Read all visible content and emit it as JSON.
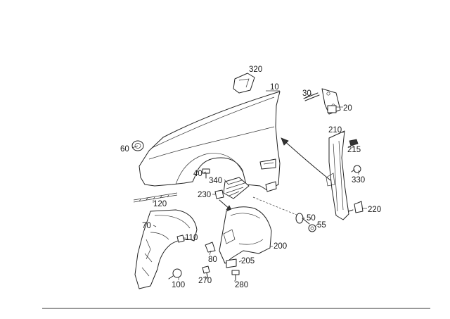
{
  "parts": [
    {
      "key": "p320",
      "label": "320"
    },
    {
      "key": "p10",
      "label": "10"
    },
    {
      "key": "p30",
      "label": "30"
    },
    {
      "key": "p20",
      "label": "20"
    },
    {
      "key": "p210",
      "label": "210"
    },
    {
      "key": "p215",
      "label": "215"
    },
    {
      "key": "p60",
      "label": "60"
    },
    {
      "key": "p40",
      "label": "40"
    },
    {
      "key": "p340",
      "label": "340"
    },
    {
      "key": "p330",
      "label": "330"
    },
    {
      "key": "p230",
      "label": "230"
    },
    {
      "key": "p120",
      "label": "120"
    },
    {
      "key": "p220",
      "label": "220"
    },
    {
      "key": "p50",
      "label": "50"
    },
    {
      "key": "p55",
      "label": "55"
    },
    {
      "key": "p70",
      "label": "70"
    },
    {
      "key": "p110",
      "label": "110"
    },
    {
      "key": "p200",
      "label": "200"
    },
    {
      "key": "p80",
      "label": "80"
    },
    {
      "key": "p205",
      "label": "205"
    },
    {
      "key": "p100",
      "label": "100"
    },
    {
      "key": "p270",
      "label": "270"
    },
    {
      "key": "p280",
      "label": "280"
    }
  ]
}
